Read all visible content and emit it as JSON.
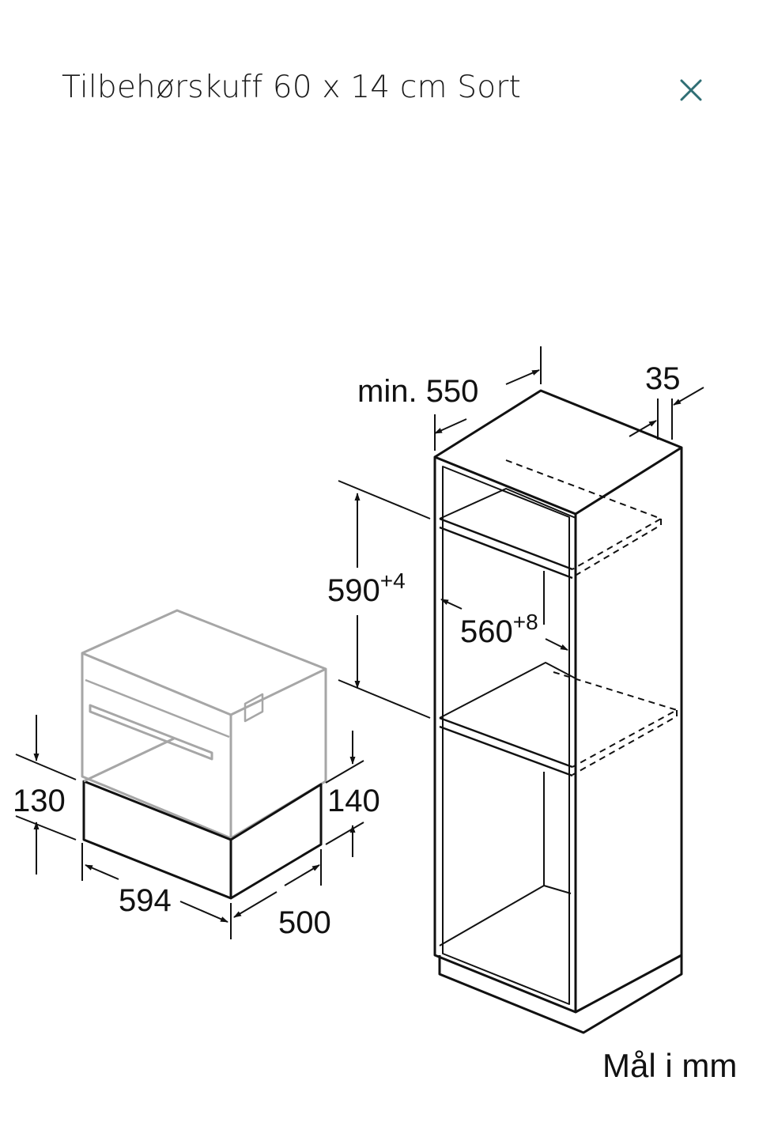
{
  "header": {
    "title": "Tilbehørskuff 60 x 14 cm Sort",
    "close_icon": "close-icon",
    "accent_color": "#2f6e74"
  },
  "drawing": {
    "dims": {
      "min_depth_prefix": "min. ",
      "min_depth_value": "550",
      "gap_value": "35",
      "niche_height_value": "590",
      "niche_height_tol": "+4",
      "niche_width_value": "560",
      "niche_width_tol": "+8",
      "drawer_left_height": "130",
      "drawer_right_height": "140",
      "drawer_width": "594",
      "drawer_depth": "500"
    },
    "unit_note": "Mål i mm"
  }
}
